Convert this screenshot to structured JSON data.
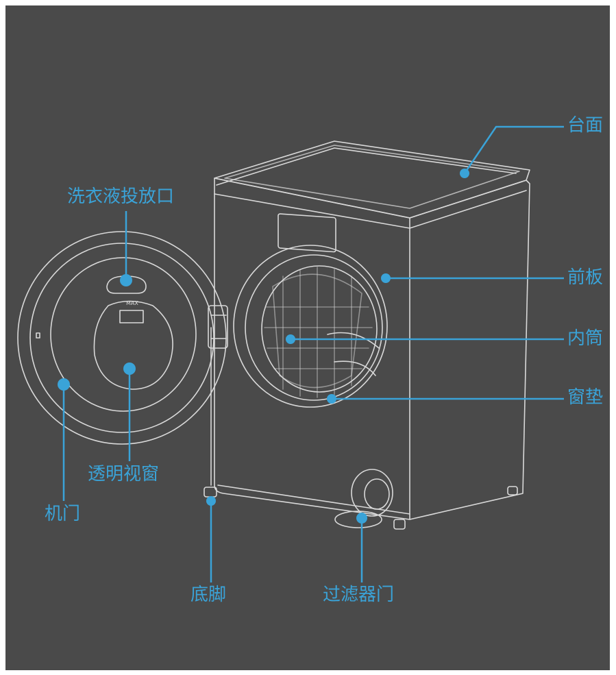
{
  "callouts": {
    "top": "台面",
    "front_panel": "前板",
    "inner_drum": "内筒",
    "window_gasket": "窗垫",
    "detergent_inlet": "洗衣液投放口",
    "transparent_window": "透明视窗",
    "door": "机门",
    "feet": "底脚",
    "filter_door": "过滤器门"
  },
  "door_badge": "MAX",
  "colors": {
    "background": "#4a4a4a",
    "accent": "#3aa3d8",
    "line_art": "#d9d9d9"
  }
}
